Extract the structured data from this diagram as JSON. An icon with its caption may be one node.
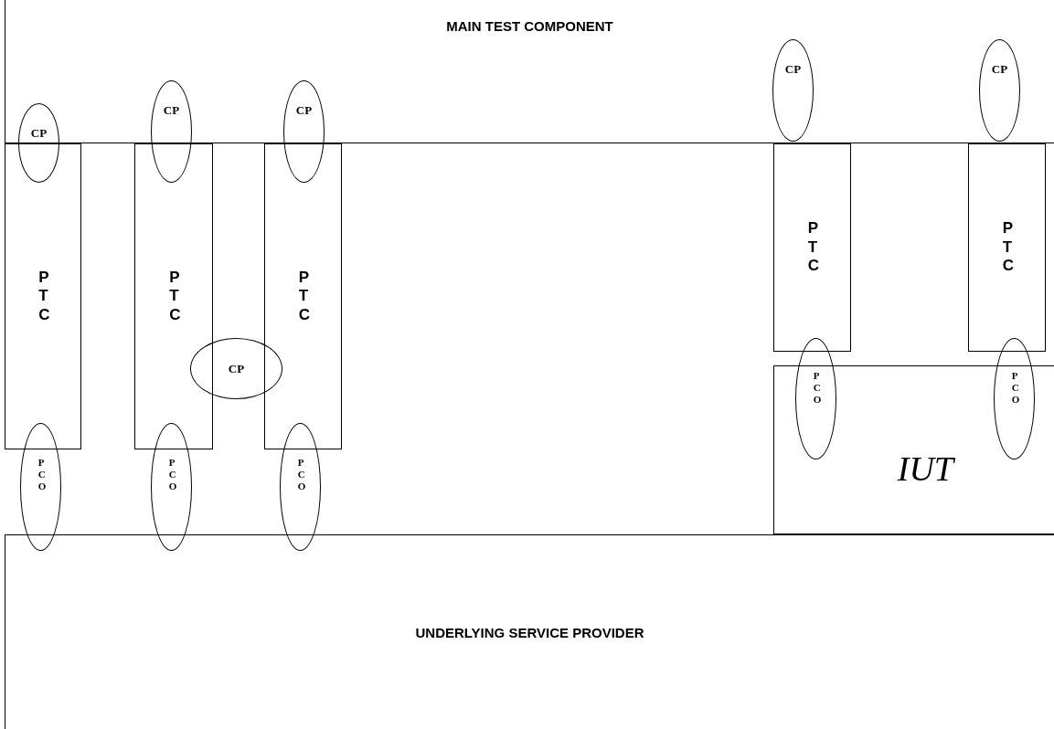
{
  "diagram": {
    "nodes": [
      {
        "text": [
          "MAIN TEST COMPONENT"
        ]
      },
      {
        "text": [
          "CP"
        ]
      },
      {
        "text": [
          "CP"
        ]
      },
      {
        "text": [
          "CP"
        ]
      },
      {
        "text": [
          "CP"
        ],
        "in": 0
      },
      {
        "text": [
          "CP"
        ],
        "in": 0
      },
      {
        "text": [
          "P T C"
        ]
      },
      {
        "text": [
          "P T C"
        ]
      },
      {
        "text": [
          "P T C"
        ]
      },
      {
        "text": [
          "P T C"
        ]
      },
      {
        "text": [
          "P T C"
        ]
      },
      {
        "text": [
          "CP"
        ]
      },
      {
        "text": [
          "P C O"
        ]
      },
      {
        "text": [
          "P C O"
        ]
      },
      {
        "text": [
          "IUT"
        ]
      },
      {
        "text": [
          "P C O"
        ]
      },
      {
        "text": [
          "P C O"
        ]
      },
      {
        "text": [
          "P C O"
        ]
      },
      {
        "text": [
          "UNDERLYING SERVICE PROVIDER"
        ]
      }
    ]
  }
}
